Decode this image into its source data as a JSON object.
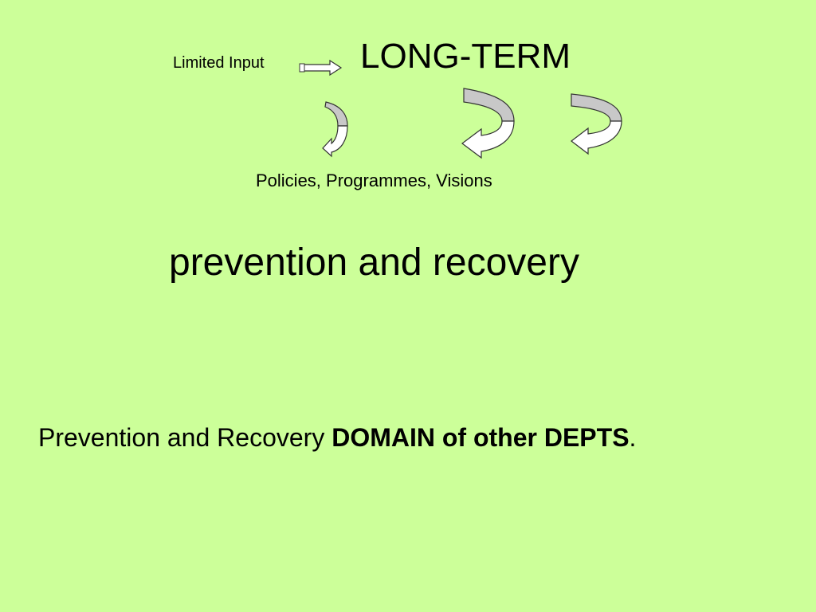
{
  "slide": {
    "limited_input": "Limited Input",
    "long_term": "LONG-TERM",
    "policies": "Policies, Programmes, Visions",
    "title": "prevention and recovery",
    "bottom": {
      "normal": "Prevention and Recovery ",
      "bold": "DOMAIN of other DEPTS",
      "end": "."
    }
  },
  "colors": {
    "background": "#ccff99",
    "arrow_fill": "#ffffff",
    "arrow_shade": "#c8c8c8",
    "outline": "#333333"
  },
  "icons": [
    "right-arrow-icon",
    "curved-arrow-icon"
  ]
}
